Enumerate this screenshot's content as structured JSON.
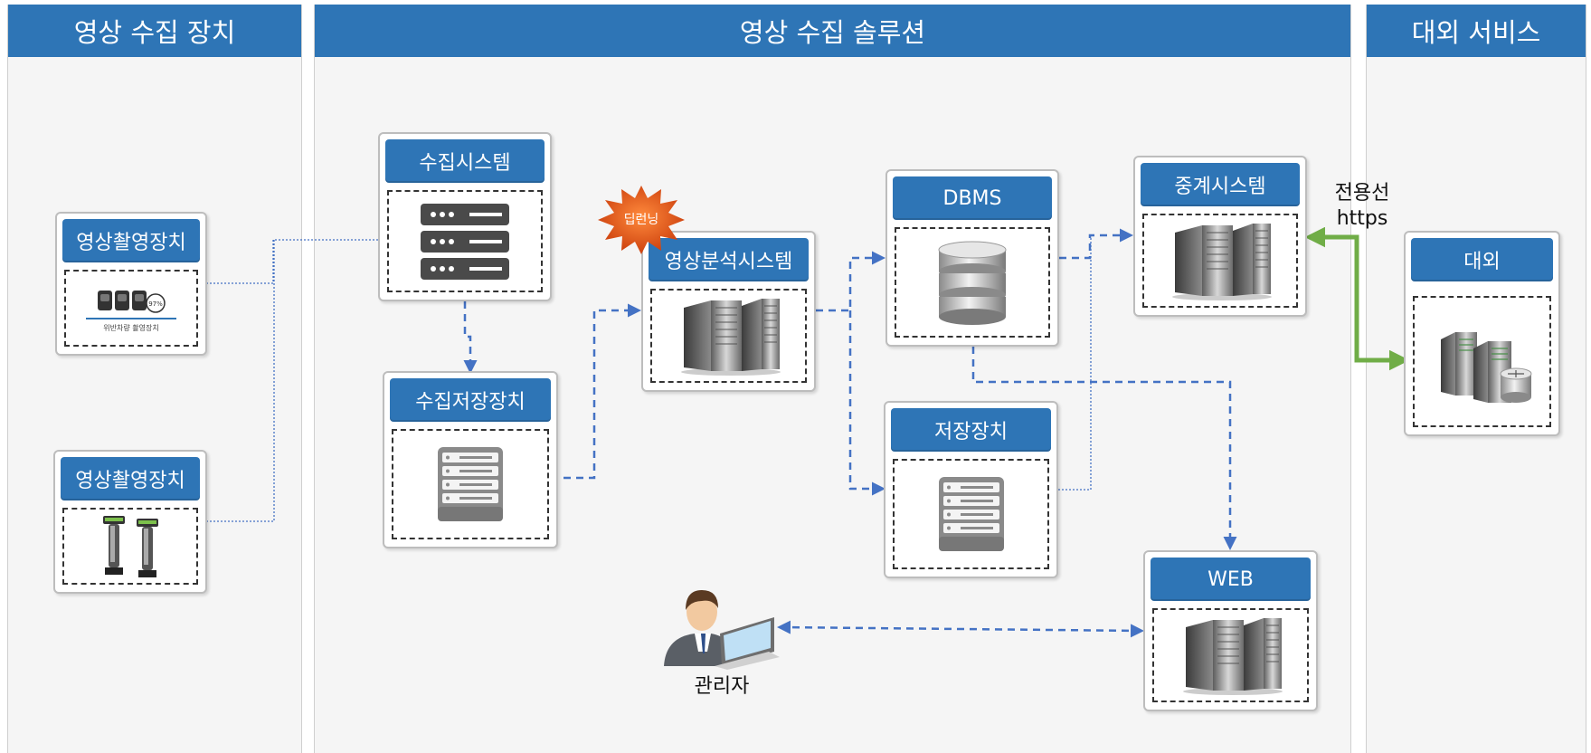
{
  "lanes": {
    "device": "영상 수집 장치",
    "solution": "영상 수집 솔루션",
    "external": "대외 서비스"
  },
  "nodes": {
    "camera1": "영상촬영장치",
    "camera1_caption": "위반차량 촬영장치",
    "camera2": "영상촬영장치",
    "collect_system": "수집시스템",
    "collect_storage": "수집저장장치",
    "analysis_system": "영상분석시스템",
    "dbms": "DBMS",
    "storage": "저장장치",
    "relay_system": "중계시스템",
    "web": "WEB",
    "external": "대외"
  },
  "badge": "딥런닝",
  "link_label": {
    "line1": "전용선",
    "line2": "https"
  },
  "admin": "관리자",
  "colors": {
    "header_blue": "#2e75b6",
    "arrow_blue": "#4472c4",
    "arrow_green": "#70ad47",
    "badge_orange": "#e8531c"
  },
  "icons": {
    "camera1": "speed-camera-icon",
    "camera2": "parking-kiosk-icon",
    "collect_system": "rack-server-icon",
    "collect_storage": "storage-server-icon",
    "analysis_system": "tower-server-icon",
    "dbms": "database-icon",
    "storage": "storage-server-icon",
    "relay_system": "tower-server-icon",
    "web": "tower-server-icon",
    "external": "server-router-icon",
    "admin": "admin-laptop-icon"
  }
}
